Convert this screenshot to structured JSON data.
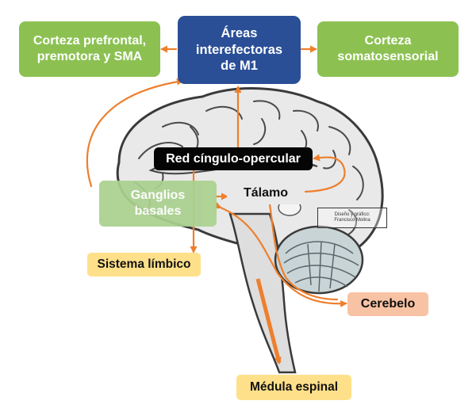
{
  "nodes": {
    "m1": {
      "lines": [
        "Áreas",
        "interefectoras",
        "de M1"
      ]
    },
    "prefrontal": {
      "lines": [
        "Corteza prefrontal,",
        "premotora y SMA"
      ]
    },
    "somatosensorial": {
      "lines": [
        "Corteza",
        "somatosensorial"
      ]
    },
    "cingulo": {
      "label": "Red cíngulo-opercular"
    },
    "talamo": {
      "label": "Tálamo"
    },
    "ganglios": {
      "lines": [
        "Ganglios",
        "basales"
      ]
    },
    "limbico": {
      "label": "Sistema límbico"
    },
    "cerebelo": {
      "label": "Cerebelo"
    },
    "medula": {
      "label": "Médula espinal"
    }
  },
  "credit": {
    "line1": "Diseño y gráfico:",
    "line2": "Francisco Molina"
  },
  "colors": {
    "arrow": "#ee7f2d",
    "green_box": "#8cc152",
    "navy_box": "#2a4f96",
    "black_box": "#050505",
    "gray_box": "#e9e9ea",
    "light_green_box": "#a9d18e",
    "yellow_box": "#ffe08a",
    "salmon_box": "#f8c3a4"
  }
}
